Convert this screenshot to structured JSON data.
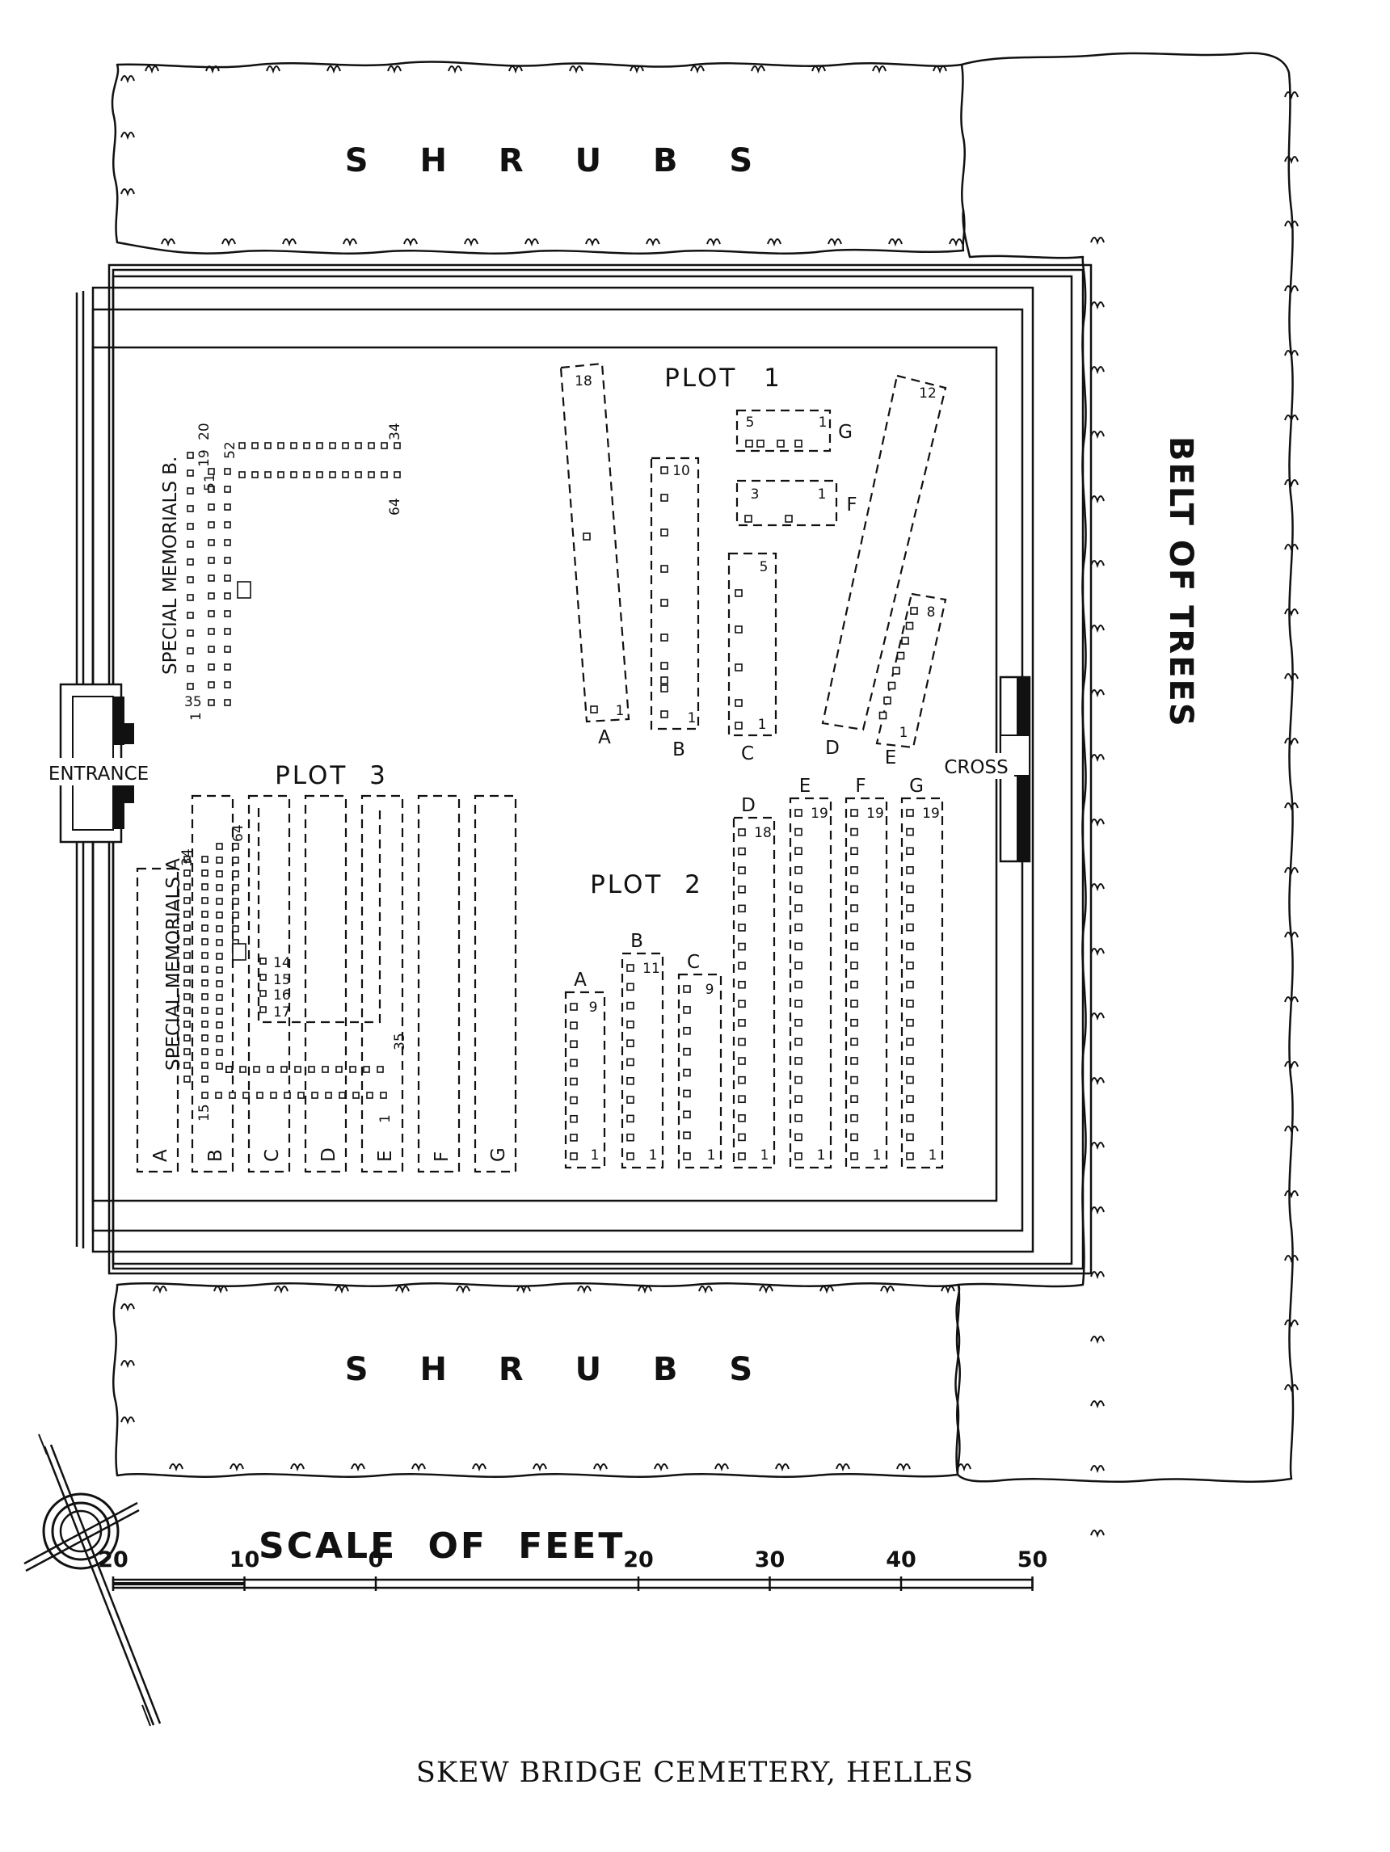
{
  "areas": {
    "shrubs_top": "S H R U B S",
    "shrubs_bottom": "S H R U B S",
    "belt": "BELT OF TREES",
    "entrance": "ENTRANCE",
    "cross": "CROSS"
  },
  "plot1": {
    "title": "PLOT 1",
    "rows": [
      {
        "id": "A",
        "label": "A",
        "top": "18",
        "bottom": "1"
      },
      {
        "id": "B",
        "label": "B",
        "top": "10",
        "bottom": "1"
      },
      {
        "id": "C",
        "label": "C",
        "top": "5",
        "bottom": "1"
      },
      {
        "id": "D",
        "label": "D",
        "top": "12",
        "bottom": ""
      },
      {
        "id": "E",
        "label": "E",
        "top": "8",
        "bottom": "1"
      },
      {
        "id": "F",
        "label": "F",
        "top": "3",
        "bottom": "1"
      },
      {
        "id": "G",
        "label": "G",
        "top": "5",
        "bottom": "1"
      }
    ]
  },
  "plot2": {
    "title": "PLOT 2",
    "rows": [
      {
        "id": "A",
        "label": "A",
        "top": "9",
        "bottom": "1"
      },
      {
        "id": "B",
        "label": "B",
        "top": "11",
        "bottom": "1"
      },
      {
        "id": "C",
        "label": "C",
        "top": "9",
        "bottom": "1"
      },
      {
        "id": "D",
        "label": "D",
        "top": "18",
        "bottom": "1"
      },
      {
        "id": "E",
        "label": "E",
        "top": "19",
        "bottom": "1"
      },
      {
        "id": "F",
        "label": "F",
        "top": "19",
        "bottom": "1"
      },
      {
        "id": "G",
        "label": "G",
        "top": "19",
        "bottom": "1"
      }
    ]
  },
  "plot3": {
    "title": "PLOT 3",
    "rows": [
      "A",
      "B",
      "C",
      "D",
      "E",
      "F",
      "G"
    ]
  },
  "special_memorials_a": {
    "title": "SPECIAL MEMORIALS A",
    "n_34": "34",
    "n_64": "64",
    "n_35": "35",
    "n_15": "15",
    "n_1": "1",
    "n_14": "14",
    "n_15b": "15",
    "n_16": "16",
    "n_17": "17"
  },
  "special_memorials_b": {
    "title": "SPECIAL MEMORIALS B.",
    "n_20": "20",
    "n_19": "19",
    "n_34": "34",
    "n_52": "52",
    "n_51": "51",
    "n_64": "64",
    "n_1": "1",
    "n_35": "35"
  },
  "scale": {
    "title": "SCALE OF FEET",
    "ticks": [
      {
        "value": "20",
        "position": -20
      },
      {
        "value": "10",
        "position": -10
      },
      {
        "value": "0",
        "position": 0
      },
      {
        "value": "20",
        "position": 20
      },
      {
        "value": "30",
        "position": 30
      },
      {
        "value": "40",
        "position": 40
      },
      {
        "value": "50",
        "position": 50
      }
    ]
  },
  "caption": "SKEW BRIDGE CEMETERY, HELLES",
  "icons": {
    "compass": "north-point-compass-icon"
  }
}
